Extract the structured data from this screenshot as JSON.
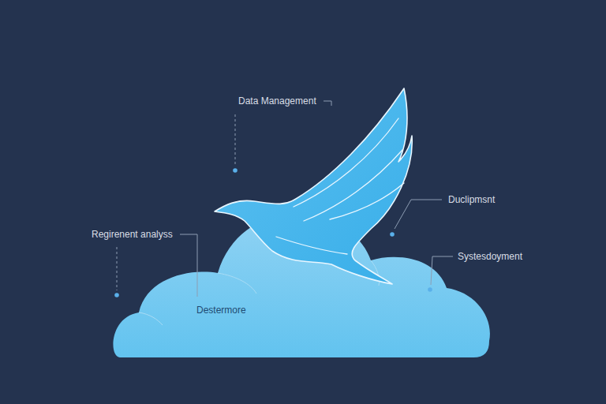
{
  "diagram": {
    "labels": [
      "Data Management",
      "Duclipmsnt",
      "Systesdoyment",
      "Regirenent analyss",
      "Destermore"
    ]
  }
}
